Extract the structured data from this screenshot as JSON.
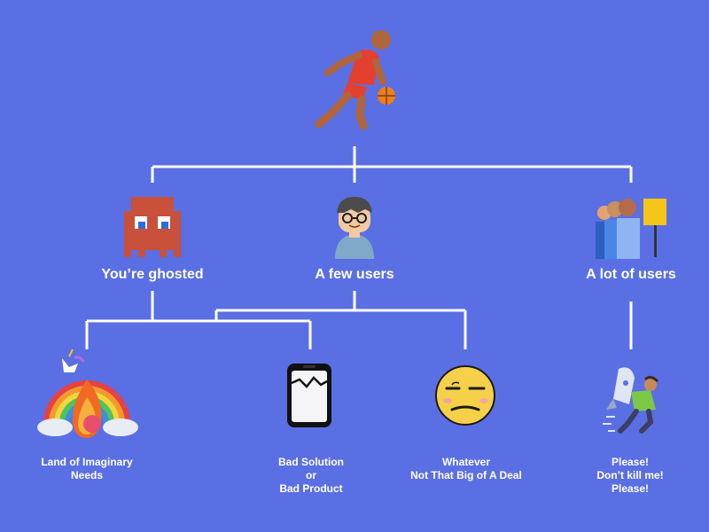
{
  "root": {
    "icon": "basketball-player-icon"
  },
  "branches": [
    {
      "label": "You’re ghosted",
      "icon": "ghost-icon"
    },
    {
      "label": "A few users",
      "icon": "nerd-user-icon"
    },
    {
      "label": "A lot of users",
      "icon": "crowd-icon"
    }
  ],
  "leaves": [
    {
      "lines": [
        "Land of Imaginary",
        "Needs"
      ],
      "icon": "rainbow-fire-unicorn-icon"
    },
    {
      "lines": [
        "Bad Solution",
        "or",
        "Bad Product"
      ],
      "icon": "broken-phone-icon"
    },
    {
      "lines": [
        "Whatever",
        "Not That Big of A Deal"
      ],
      "icon": "unamused-face-icon"
    },
    {
      "lines": [
        "Please!",
        "Don’t kill me!",
        "Please!"
      ],
      "icon": "fleeing-person-rocket-icon"
    }
  ],
  "colors": {
    "background": "#5b6fe4",
    "connector": "#ffffff",
    "ghost": "#c9503b",
    "emoji": "#f6d049",
    "jersey": "#e3402f",
    "skin": "#b0653d"
  }
}
